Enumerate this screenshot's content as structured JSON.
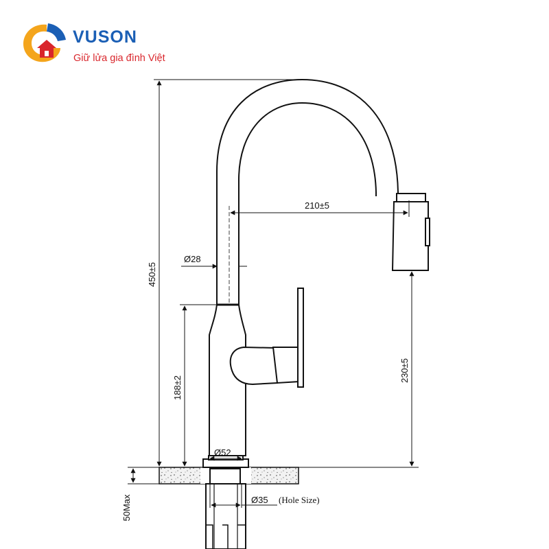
{
  "logo": {
    "brand": "VUSON",
    "tagline": "Giữ lửa gia đình Việt",
    "icon": "house-flame-logo",
    "colors": {
      "primary": "#1b5fb5",
      "accent": "#d9262c",
      "flame": "#f4a51c"
    }
  },
  "dimensions": {
    "height_total": "450±5",
    "spout_reach": "210±5",
    "spout_height": "230±5",
    "body_height": "188±2",
    "tube_diameter": "Ø28",
    "base_diameter": "Ø52",
    "hole_diameter": "Ø35",
    "hole_note": "(Hole Size)",
    "deck_thickness": "50Max"
  }
}
